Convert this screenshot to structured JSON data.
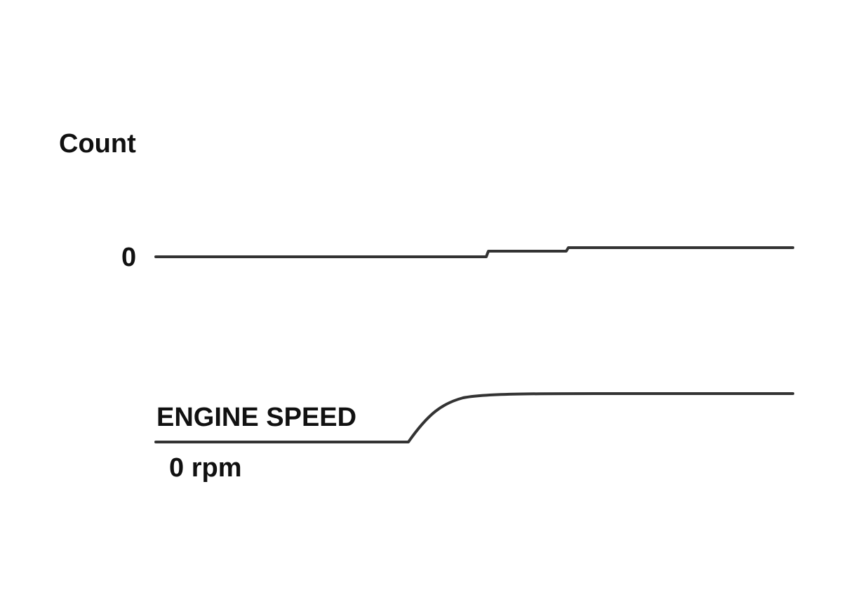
{
  "count_signal": {
    "label": "Count",
    "baseline_label": "0"
  },
  "engine_speed_signal": {
    "label": "ENGINE SPEED",
    "baseline_label": "0 rpm"
  },
  "line_color": "#333333"
}
